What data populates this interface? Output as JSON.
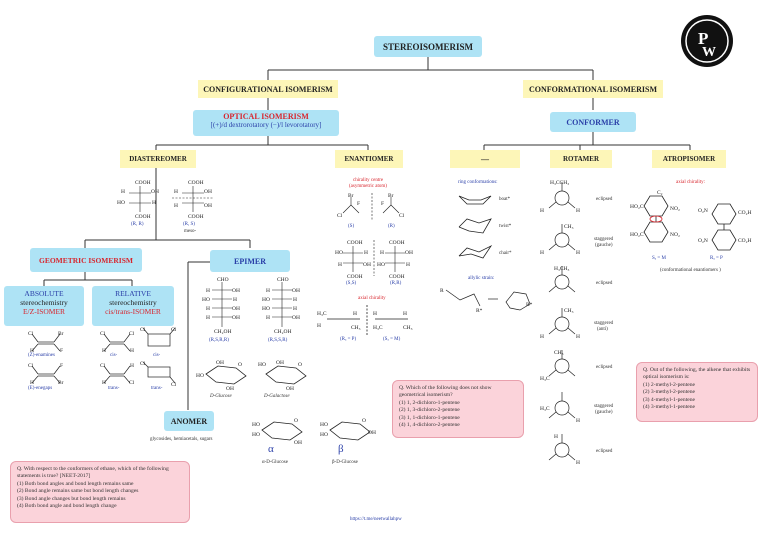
{
  "title": "STEREOISOMERISM",
  "configurational": "CONFIGURATIONAL ISOMERISM",
  "conformational": "CONFORMATIONAL ISOMERISM",
  "optical": {
    "title": "OPTICAL ISOMERISM",
    "line": "[(+)/d dextrorotatory (−)/l levorotatory]"
  },
  "conformer": "CONFORMER",
  "diastereomer": "DIASTEREOMER",
  "enantiomer": "ENANTIOMER",
  "dash_box": "—",
  "rotamer": "ROTAMER",
  "atropisomer": "ATROPISOMER",
  "geometric": "GEOMETRIC ISOMERISM",
  "epimer": "EPIMER",
  "anomer": "ANOMER",
  "anomer_sub": "glycosides, hemiacetals, sugars",
  "absolute": {
    "l1": "ABSOLUTE",
    "l2": "stereochemistry",
    "l3": "E/Z-ISOMER"
  },
  "relative": {
    "l1": "RELATIVE",
    "l2": "stereochemistry",
    "l3": "cis/trans-ISOMER"
  },
  "labels": {
    "rr": "(R, R)",
    "rs": "(R, S)",
    "meso": "meso-",
    "chirality_centre": "chirality centre",
    "asym": "(asymmetric atom)",
    "s": "(S)",
    "r": "(R)",
    "ss": "(S,S)",
    "rr2": "(R,R)",
    "axial": "axial chirality",
    "ra_p": "(Rₐ = P)",
    "sa_m": "(Sₐ = M)",
    "z_enamines": "(Z)-enamines",
    "e_enegaps": "(E)-enegaps",
    "cis": "cis-",
    "cis2": "cis-",
    "trans": "trans-",
    "trans2": "trans-",
    "rssr": "(R,S,R,R)",
    "rssr2": "(R,S,S,R)",
    "d_glucose": "D-Glucose",
    "d_galactose": "D-Galactose",
    "alpha": "α",
    "beta": "β",
    "a_glucose": "α-D-Glucose",
    "b_glucose": "β-D-Glucose",
    "ring_conf": "ring conformations:",
    "boat": "boat*",
    "twist": "twist*",
    "chair": "chair*",
    "allylic": "allylic strain:",
    "eclipsed": "eclipsed",
    "staggered_gauche": "staggered",
    "gauche": "(gauche)",
    "staggered_anti": "staggered",
    "anti": "(anti)",
    "axial_chirality": "axial chirality:",
    "sa_m2": "Sₐ = M",
    "ra_p2": "Rₐ = P",
    "conf_enan": "(conformational enantiomers )",
    "url": "https://t.me/neetwallahpw"
  },
  "q1": {
    "head": "Q.  With respect to the conformers of ethane, which of the following statements is true? [NEET-2017]",
    "o1": "(1) Both bond angles and bond length remains same",
    "o2": "(2) Bond angle remains same but bond length changes",
    "o3": "(3) Bond angle changes but bond length remains",
    "o4": "(4) Both bond angle and bond length change"
  },
  "q2": {
    "head": "Q.  Which of the following does not show geometrical isomerism?",
    "o1": "(1) 1, 2-dichloro-1-pentene",
    "o2": "(2) 1, 3-dichloro-2-pentene",
    "o3": "(3) 1, 1-dichloro-1-pentene",
    "o4": "(4) 1, 4-dichloro-2-pentene"
  },
  "q3": {
    "head": "Q.  Out of the following, the alkene that exhibits optical isomerism is:",
    "o1": "(1) 2-methyl-2-pentene",
    "o2": "(2) 3-methyl-2-pentene",
    "o3": "(3) 4-methyl-1-pentene",
    "o4": "(4) 3-methyl-1-pentene"
  },
  "colors": {
    "yellow": "#fdf6b8",
    "blue_box": "#aee3f5",
    "red": "#d8262e",
    "blue_text": "#2a3fa8",
    "pink": "#fbd3da"
  },
  "logo": {
    "name": "pw-logo-icon"
  }
}
